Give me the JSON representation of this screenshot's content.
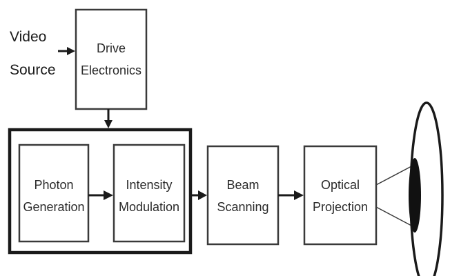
{
  "input": {
    "line1": "Video",
    "line2": "Source"
  },
  "drive": {
    "line1": "Drive",
    "line2": "Electronics"
  },
  "photon": {
    "line1": "Photon",
    "line2": "Generation"
  },
  "intensity": {
    "line1": "Intensity",
    "line2": "Modulation"
  },
  "beam": {
    "line1": "Beam",
    "line2": "Scanning"
  },
  "optical": {
    "line1": "Optical",
    "line2": "Projection"
  },
  "colors": {
    "stroke": "#1a1a1a",
    "box_stroke": "#3a3a3a",
    "pupil": "#111111",
    "background": "#ffffff"
  }
}
